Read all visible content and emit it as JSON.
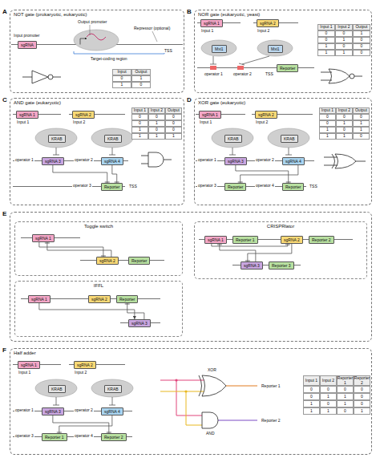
{
  "diagram": {
    "nodes": [
      {
        "text": [
          "A",
          "NOT gate (prokaryotic, eukaryotic)"
        ]
      },
      {
        "text": [
          "sgRNA"
        ],
        "in": 0
      },
      {
        "text": [
          "B",
          "NOR gate (eukaryotic, yeast)"
        ]
      },
      {
        "text": [
          "sgRNA 1"
        ],
        "in": 2
      },
      {
        "text": [
          "sgRNA 2"
        ],
        "in": 2
      },
      {
        "text": [
          "Mxi1"
        ],
        "in": 2
      },
      {
        "text": [
          "Mxi1"
        ],
        "in": 2
      },
      {
        "text": [
          "Reporter"
        ],
        "in": 2
      },
      {
        "text": [
          "C",
          "AND gate (eukaryotic)"
        ]
      },
      {
        "text": [
          "sgRNA 1"
        ],
        "in": 8
      },
      {
        "text": [
          "sgRNA 2"
        ],
        "in": 8
      },
      {
        "text": [
          "KRAB"
        ],
        "in": 8
      },
      {
        "text": [
          "KRAB"
        ],
        "in": 8
      },
      {
        "text": [
          "sgRNA 3"
        ],
        "in": 8
      },
      {
        "text": [
          "sgRNA 4"
        ],
        "in": 8
      },
      {
        "text": [
          "Reporter"
        ],
        "in": 8
      },
      {
        "text": [
          "D",
          "XOR gate (eukaryotic)"
        ]
      },
      {
        "text": [
          "sgRNA 1"
        ],
        "in": 16
      },
      {
        "text": [
          "sgRNA 2"
        ],
        "in": 16
      },
      {
        "text": [
          "KRAB"
        ],
        "in": 16
      },
      {
        "text": [
          "KRAB"
        ],
        "in": 16
      },
      {
        "text": [
          "sgRNA 3"
        ],
        "in": 16
      },
      {
        "text": [
          "sgRNA 4"
        ],
        "in": 16
      },
      {
        "text": [
          "Reporter"
        ],
        "in": 16
      },
      {
        "text": [
          "Reporter"
        ],
        "in": 16
      },
      {
        "text": [
          "E"
        ]
      },
      {
        "text": [
          "Toggle switch"
        ],
        "in": 25
      },
      {
        "text": [
          "sgRNA 1"
        ],
        "in": 26
      },
      {
        "text": [
          "sgRNA 2"
        ],
        "in": 26
      },
      {
        "text": [
          "Reporter"
        ],
        "in": 26
      },
      {
        "text": [
          "CRISPRlator"
        ],
        "in": 25
      },
      {
        "text": [
          "sgRNA 1"
        ],
        "in": 30
      },
      {
        "text": [
          "Reporter 1"
        ],
        "in": 30
      },
      {
        "text": [
          "sgRNA 2"
        ],
        "in": 30
      },
      {
        "text": [
          "Reporter 2"
        ],
        "in": 30
      },
      {
        "text": [
          "sgRNA 3"
        ],
        "in": 30
      },
      {
        "text": [
          "Reporter 3"
        ],
        "in": 30
      },
      {
        "text": [
          "IFFL"
        ],
        "in": 25
      },
      {
        "text": [
          "sgRNA 1"
        ],
        "in": 37
      },
      {
        "text": [
          "sgRNA 2"
        ],
        "in": 37
      },
      {
        "text": [
          "Reporter"
        ],
        "in": 37
      },
      {
        "text": [
          "sgRNA 3"
        ],
        "in": 37
      },
      {
        "text": [
          "F",
          "Half adder"
        ]
      },
      {
        "text": [
          "sgRNA 1"
        ],
        "in": 42
      },
      {
        "text": [
          "sgRNA 2"
        ],
        "in": 42
      },
      {
        "text": [
          "KRAB"
        ],
        "in": 42
      },
      {
        "text": [
          "KRAB"
        ],
        "in": 42
      },
      {
        "text": [
          "sgRNA 3"
        ],
        "in": 42
      },
      {
        "text": [
          "sgRNA 4"
        ],
        "in": 42
      },
      {
        "text": [
          "Reporter 1"
        ],
        "in": 42
      },
      {
        "text": [
          "Reporter 2"
        ],
        "in": 42
      }
    ],
    "edges": [
      {
        "from": 13,
        "to": 15,
        "arrow": "none"
      },
      {
        "from": 14,
        "to": 15,
        "arrow": "none"
      },
      {
        "from": 21,
        "to": 24,
        "arrow": "none"
      },
      {
        "from": 22,
        "to": 23,
        "arrow": "none"
      },
      {
        "from": 27,
        "to": 28,
        "arrow": "none"
      },
      {
        "from": 28,
        "to": 27,
        "arrow": "none"
      },
      {
        "from": 31,
        "to": 33,
        "arrow": "none"
      },
      {
        "from": 33,
        "to": 35,
        "arrow": "none"
      },
      {
        "from": 35,
        "to": 31,
        "arrow": "none"
      },
      {
        "from": 38,
        "to": 41,
        "arrow": "to"
      },
      {
        "from": 41,
        "to": 40,
        "arrow": "none"
      },
      {
        "from": 47,
        "to": 50,
        "arrow": "none"
      },
      {
        "from": 48,
        "to": 49,
        "arrow": "none"
      }
    ],
    "labels": [
      "Input promoter",
      "Output promoter",
      "Repressor (optional)",
      "Target-coding region",
      "TSS",
      "Input",
      "Output",
      "0",
      "1",
      "1",
      "0",
      "Input 1",
      "Input 2",
      "operator 1",
      "operator 2",
      "TSS",
      "Input 1",
      "Input 2",
      "Output",
      "0",
      "0",
      "1",
      "0",
      "1",
      "0",
      "1",
      "0",
      "0",
      "1",
      "1",
      "0",
      "Input 1",
      "Input 2",
      "operator 1",
      "operator 2",
      "operator 3",
      "TSS",
      "Input 1",
      "Input 2",
      "Output",
      "0",
      "0",
      "0",
      "0",
      "1",
      "0",
      "1",
      "0",
      "0",
      "1",
      "1",
      "1",
      "Input 1",
      "Input 2",
      "operator 1",
      "operator 2",
      "operator 3",
      "operator 4",
      "TSS",
      "Input 1",
      "Input 2",
      "Output",
      "0",
      "0",
      "0",
      "0",
      "1",
      "1",
      "1",
      "0",
      "1",
      "1",
      "1",
      "0",
      "Input 1",
      "Input 2",
      "operator 1",
      "operator 2",
      "operator 3",
      "operator 4",
      "XOR",
      "AND",
      "Reporter 1",
      "Reporter 2",
      "Input 1",
      "Input 2",
      "Reporter 1",
      "Reporter 2",
      "0",
      "0",
      "0",
      "0",
      "0",
      "1",
      "1",
      "0",
      "1",
      "0",
      "1",
      "0",
      "1",
      "1",
      "0",
      "1"
    ]
  }
}
